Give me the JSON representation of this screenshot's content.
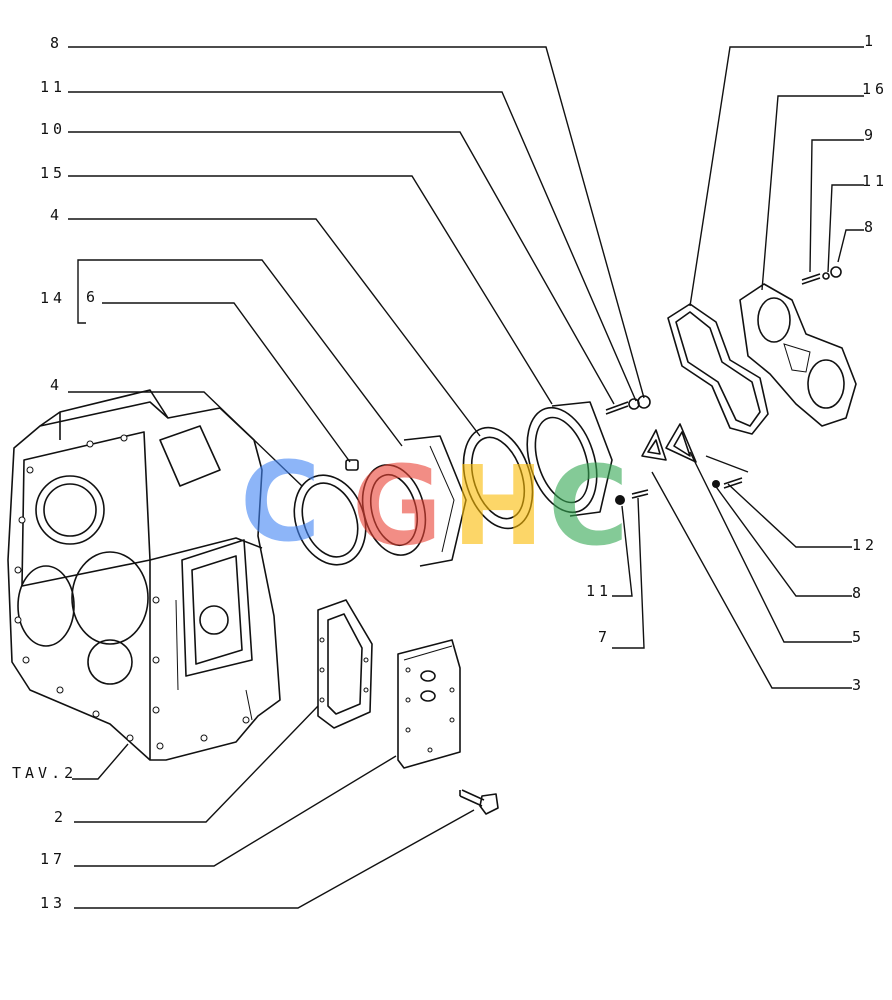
{
  "labels": {
    "l8_top": "8",
    "l11_top": "11",
    "l10": "10",
    "l15": "15",
    "l4_top": "4",
    "l14": "14",
    "l6": "6",
    "l4_mid": "4",
    "l1": "1",
    "l16": "16",
    "l9": "9",
    "l11_right": "11",
    "l8_right": "8",
    "l12": "12",
    "l8_lower": "8",
    "l5": "5",
    "l3": "3",
    "l11_lower": "11",
    "l7": "7",
    "ltav": "TAV.2",
    "l2": "2",
    "l17": "17",
    "l13": "13"
  },
  "watermark": {
    "letters": [
      "C",
      "G",
      "H",
      "C"
    ],
    "colors": [
      "#4285f4",
      "#ea4335",
      "#fbbc05",
      "#34a853"
    ]
  }
}
